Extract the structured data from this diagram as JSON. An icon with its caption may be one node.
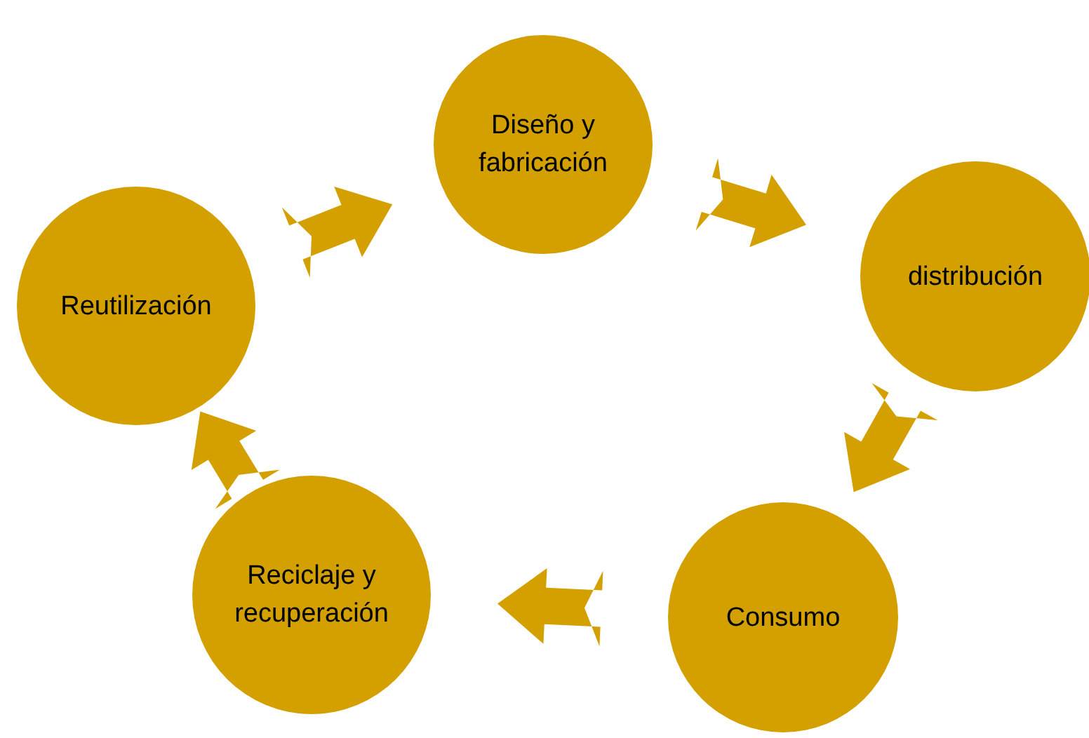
{
  "diagram": {
    "nodes": [
      {
        "text": [
          "Diseño y fabricación"
        ]
      },
      {
        "text": [
          "distribución"
        ]
      },
      {
        "text": [
          "Consumo"
        ]
      },
      {
        "text": [
          "Reciclaje y recuperación"
        ]
      },
      {
        "text": [
          "Reutilización"
        ]
      }
    ],
    "edges": [
      {
        "from": 4,
        "to": 0,
        "arrow": "to"
      },
      {
        "from": 0,
        "to": 1,
        "arrow": "to"
      },
      {
        "from": 1,
        "to": 2,
        "arrow": "to"
      },
      {
        "from": 2,
        "to": 3,
        "arrow": "to"
      },
      {
        "from": 3,
        "to": 4,
        "arrow": "to"
      }
    ]
  }
}
